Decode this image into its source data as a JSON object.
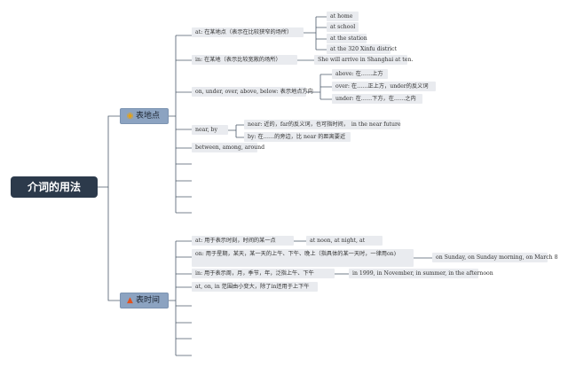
{
  "root": {
    "label": "介词的用法"
  },
  "place": {
    "label": "表地点",
    "icon": "lightbulb-icon",
    "at": {
      "label": "at: 在某地点（表示在比较狭窄的场所）",
      "examples": [
        "at home",
        "at school",
        "at the station",
        "at the 320 Xinfu district"
      ]
    },
    "in": {
      "label": "in: 在某地（表示比较宽敞的场所）",
      "example": "She will arrive in Shanghai at ten."
    },
    "direction": {
      "label": "on, under, over, above, below: 表示地点方向",
      "items": [
        "above: 在……上方",
        "over: 在……正上方，under的反义词",
        "under: 在……下方，在……之内"
      ]
    },
    "near": {
      "label": "near, by",
      "near_label": "near: 近的，far的反义词，也可指时间，",
      "near_example": "in the near future",
      "by": "by: 在……的旁边，比 near 的距离要近"
    },
    "between": {
      "label": "between, among, around"
    }
  },
  "time": {
    "label": "表时间",
    "icon": "fire-icon",
    "at": {
      "label": "at: 用于表示时刻，时间的某一点",
      "example": "at noon, at night, at"
    },
    "on": {
      "label": "on: 用于星期，某天，某一天的上午、下午、晚上（指具体的某一天时，一律用on)",
      "example": "on Sunday, on Sunday morning, on March 8"
    },
    "in": {
      "label": "in: 用于表示周，月，季节，年，泛指上午、下午",
      "example": "in 1999, in November, in summer, in the afternoon"
    },
    "scope": {
      "label": "at, on, in 范围由小变大，除了in还用于上下午"
    }
  },
  "colors": {
    "root": "#2c3a4b",
    "main": "#8ca3c1",
    "node": "#e9ebef",
    "line": "#4d5b6b"
  }
}
